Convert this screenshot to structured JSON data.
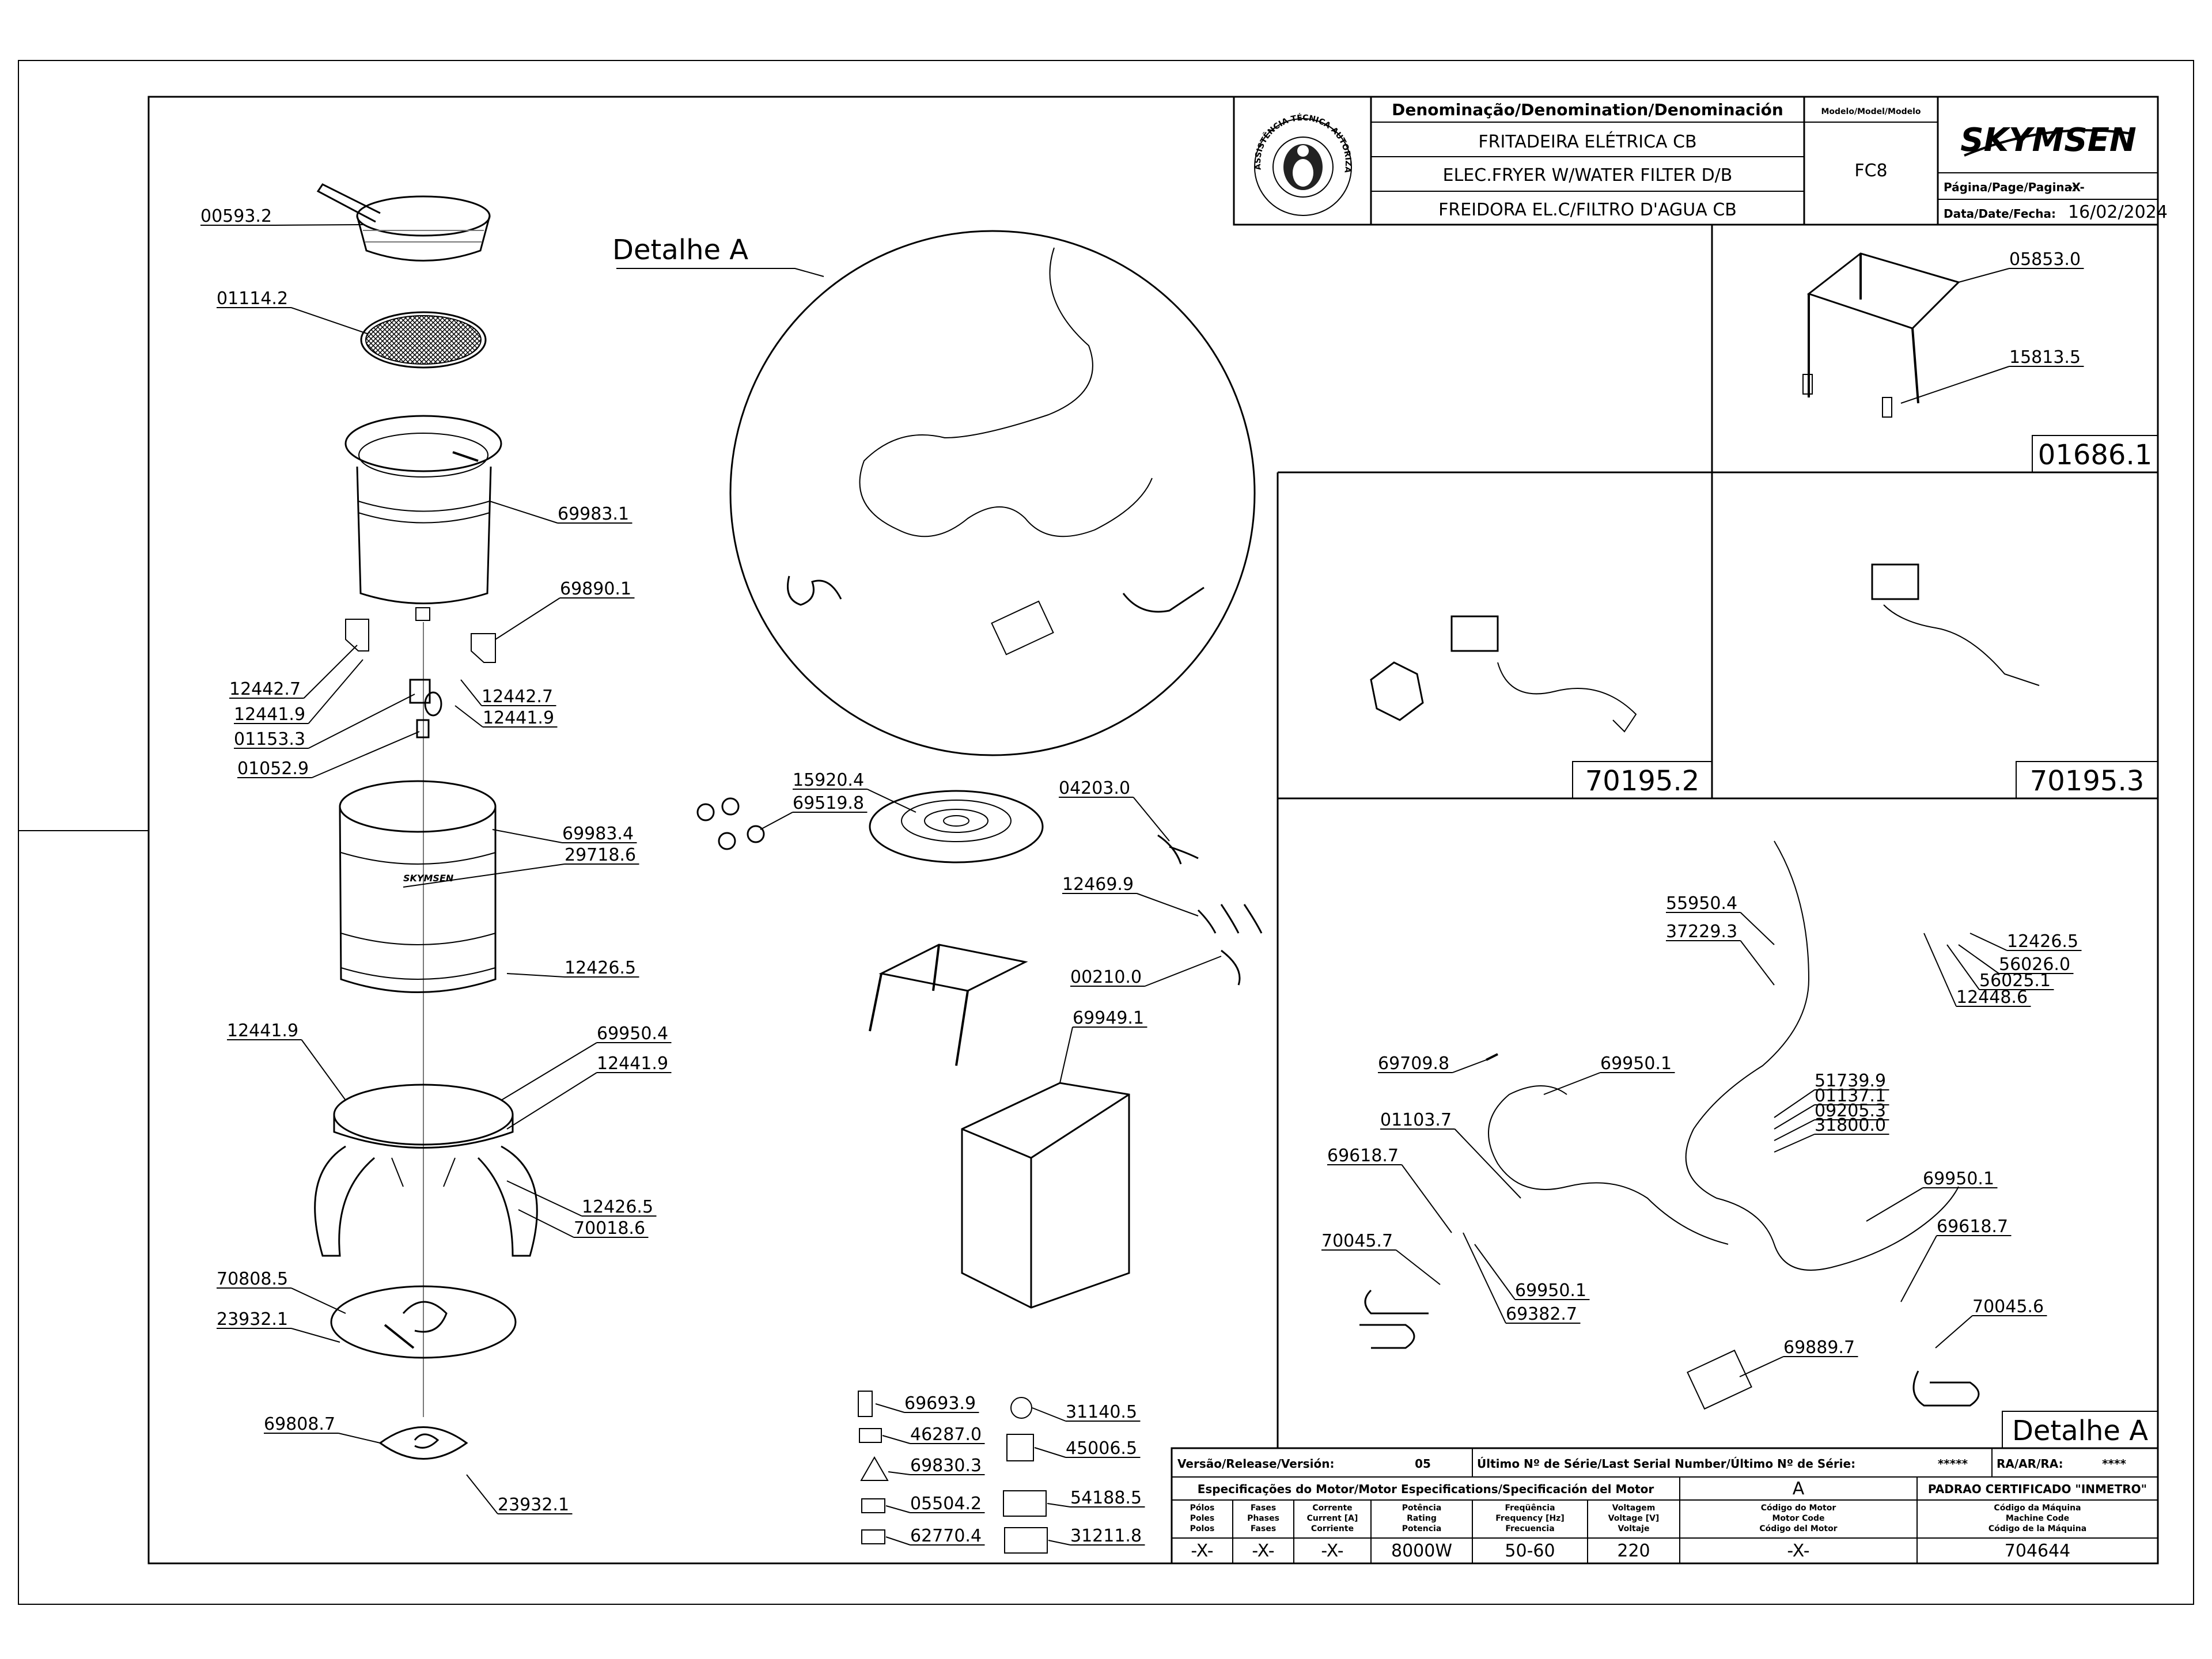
{
  "title_block": {
    "denomination_header": "Denominação/Denomination/Denominación",
    "denomination_lines": [
      "FRITADEIRA ELÉTRICA CB",
      "ELEC.FRYER W/WATER FILTER D/B",
      "FREIDORA EL.C/FILTRO D'AGUA CB"
    ],
    "model_header": "Modelo/Model/Modelo",
    "model_value": "FC8",
    "brand": "SKYMSEN",
    "page_label": "Página/Page/Pagina:",
    "page_value": "-X-",
    "date_label": "Data/Date/Fecha:",
    "date_value": "16/02/2024",
    "seal_text": "ASSISTÊNCIA TÉCNICA AUTORIZADA"
  },
  "detail_title_top": "Detalhe A",
  "detail_title_box": "Detalhe A",
  "box_codes": [
    "01686.1",
    "70195.2",
    "70195.3"
  ],
  "part_labels": {
    "p00593_2": "00593.2",
    "p01114_2": "01114.2",
    "p69983_1": "69983.1",
    "p69890_1": "69890.1",
    "p12442_7a": "12442.7",
    "p12441_9a": "12441.9",
    "p01153_3": "01153.3",
    "p12442_7b": "12442.7",
    "p12441_9b": "12441.9",
    "p01052_9": "01052.9",
    "p69983_4": "69983.4",
    "p29718_6": "29718.6",
    "p12426_5a": "12426.5",
    "p12441_9c": "12441.9",
    "p69950_4": "69950.4",
    "p12441_9d": "12441.9",
    "p12426_5b": "12426.5",
    "p70018_6": "70018.6",
    "p70808_5": "70808.5",
    "p23932_1a": "23932.1",
    "p69808_7": "69808.7",
    "p23932_1b": "23932.1",
    "p15920_4": "15920.4",
    "p69519_8": "69519.8",
    "p04203_0": "04203.0",
    "p12469_9": "12469.9",
    "p00210_0": "00210.0",
    "p69949_1": "69949.1",
    "p69693_9": "69693.9",
    "p46287_0": "46287.0",
    "p69830_3": "69830.3",
    "p05504_2": "05504.2",
    "p62770_4": "62770.4",
    "p31140_5": "31140.5",
    "p45006_5": "45006.5",
    "p54188_5": "54188.5",
    "p31211_8": "31211.8",
    "p05853_0": "05853.0",
    "p15813_5": "15813.5",
    "p55950_4": "55950.4",
    "p37229_3": "37229.3",
    "p12426_5c": "12426.5",
    "p56026_0": "56026.0",
    "p56025_1": "56025.1",
    "p12448_6": "12448.6",
    "p69709_8": "69709.8",
    "p69950_1a": "69950.1",
    "p51739_9": "51739.9",
    "p01137_1": "01137.1",
    "p09205_3": "09205.3",
    "p31800_0": "31800.0",
    "p01103_7": "01103.7",
    "p69618_7a": "69618.7",
    "p69950_1b": "69950.1",
    "p69618_7b": "69618.7",
    "p70045_7": "70045.7",
    "p69950_1c": "69950.1",
    "p69382_7": "69382.7",
    "p70045_6": "70045.6",
    "p69889_7": "69889.7"
  },
  "bottom_block": {
    "release_label": "Versão/Release/Versión:",
    "release_value": "05",
    "serial_label": "Último Nº de Série/Last Serial Number/Último Nº de Série:",
    "serial_value": "*****",
    "ra_label": "RA/AR/RA:",
    "ra_value": "****",
    "spec_header": "Especificações do Motor/Motor Especifications/Specificación del Motor",
    "spec_version": "A",
    "standard": "PADRAO CERTIFICADO \"INMETRO\"",
    "columns": [
      {
        "h": [
          "Pólos",
          "Poles",
          "Polos"
        ],
        "v": "-X-"
      },
      {
        "h": [
          "Fases",
          "Phases",
          "Fases"
        ],
        "v": "-X-"
      },
      {
        "h": [
          "Corrente",
          "Current [A]",
          "Corriente"
        ],
        "v": "-X-"
      },
      {
        "h": [
          "Potência",
          "Rating",
          "Potencia"
        ],
        "v": "8000W"
      },
      {
        "h": [
          "Freqüência",
          "Frequency [Hz]",
          "Frecuencia"
        ],
        "v": "50-60"
      },
      {
        "h": [
          "Voltagem",
          "Voltage [V]",
          "Voltaje"
        ],
        "v": "220"
      },
      {
        "h": [
          "Código do Motor",
          "Motor Code",
          "Código del Motor"
        ],
        "v": "-X-"
      },
      {
        "h": [
          "Código da Máquina",
          "Machine Code",
          "Código de la Máquina"
        ],
        "v": "704644"
      }
    ]
  }
}
